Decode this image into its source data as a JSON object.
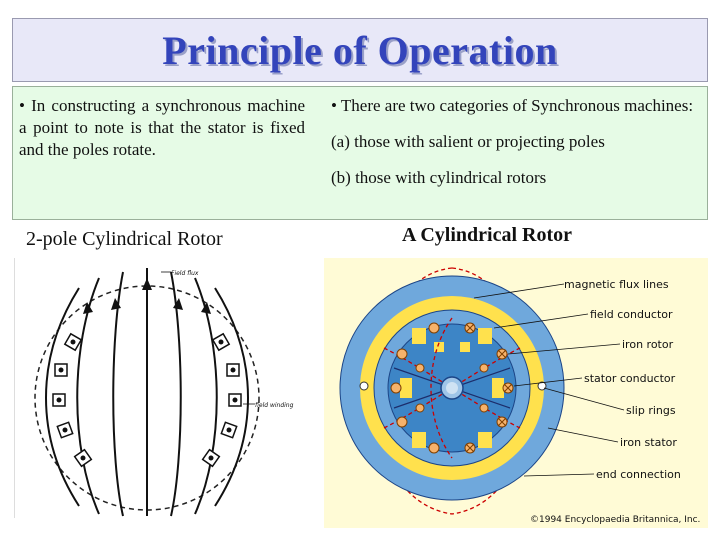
{
  "slide": {
    "title": "Principle of Operation",
    "left_text": "• In constructing a synchronous machine a point to note is that the stator is fixed and the poles rotate.",
    "right_text_1": "• There are two categories of Synchronous machines:",
    "right_text_2": "(a) those with salient or projecting poles",
    "right_text_3": "(b) those with cylindrical rotors",
    "left_caption": "2-pole Cylindrical Rotor",
    "right_caption": "A Cylindrical Rotor"
  },
  "left_figure": {
    "labels": {
      "field_flux": "Field flux",
      "field_winding": "field winding"
    }
  },
  "right_figure": {
    "labels": {
      "magnetic_flux_lines": "magnetic flux lines",
      "field_conductor": "field conductor",
      "iron_rotor": "iron rotor",
      "stator_conductor": "stator conductor",
      "slip_rings": "slip rings",
      "iron_stator": "iron stator",
      "end_connection": "end connection",
      "copyright": "©1994 Encyclopaedia Britannica, Inc."
    },
    "colors": {
      "background": "#fffbd6",
      "stator": "#6fa8dc",
      "rotor": "#3d85c6",
      "airgap": "#ffe14d",
      "flux": "#cc0000"
    }
  }
}
